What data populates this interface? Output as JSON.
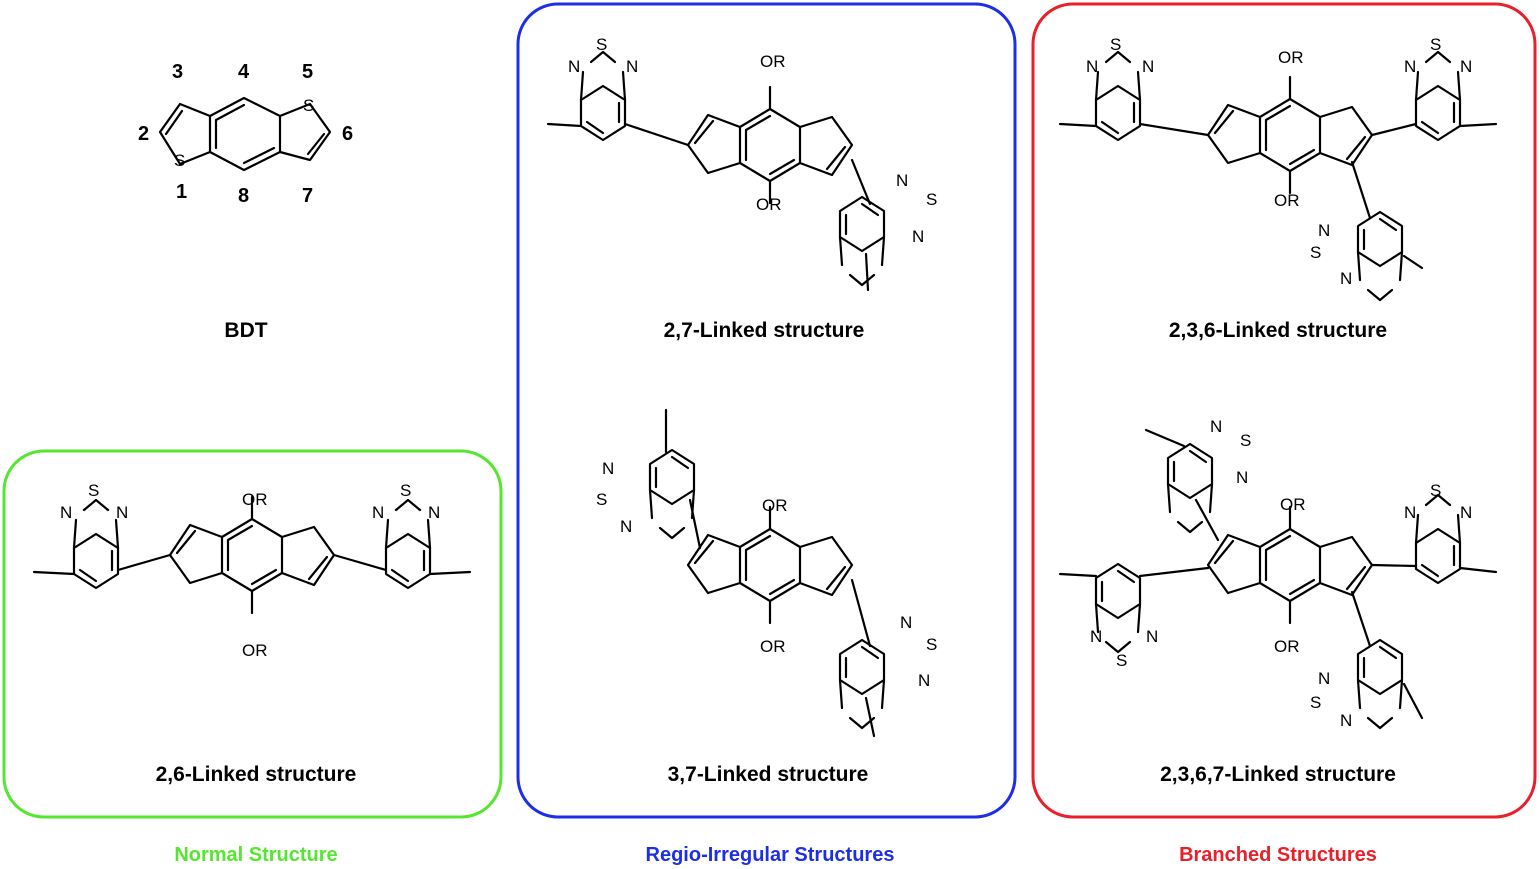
{
  "bdt": {
    "title": "BDT",
    "positions": [
      "1",
      "2",
      "3",
      "4",
      "5",
      "6",
      "7",
      "8"
    ]
  },
  "atoms": {
    "S": "S",
    "N": "N",
    "OR": "OR"
  },
  "panels": {
    "normal": {
      "structures": [
        "2,6-Linked  structure"
      ],
      "group_label": "Normal Structure",
      "color": "#55e62f"
    },
    "regio": {
      "structures": [
        "2,7-Linked  structure",
        "3,7-Linked  structure"
      ],
      "group_label": "Regio-Irregular Structures",
      "color": "#1d2fe6"
    },
    "branched": {
      "structures": [
        "2,3,6-Linked  structure",
        "2,3,6,7-Linked  structure"
      ],
      "group_label": "Branched  Structures",
      "color": "#e8202a"
    }
  }
}
